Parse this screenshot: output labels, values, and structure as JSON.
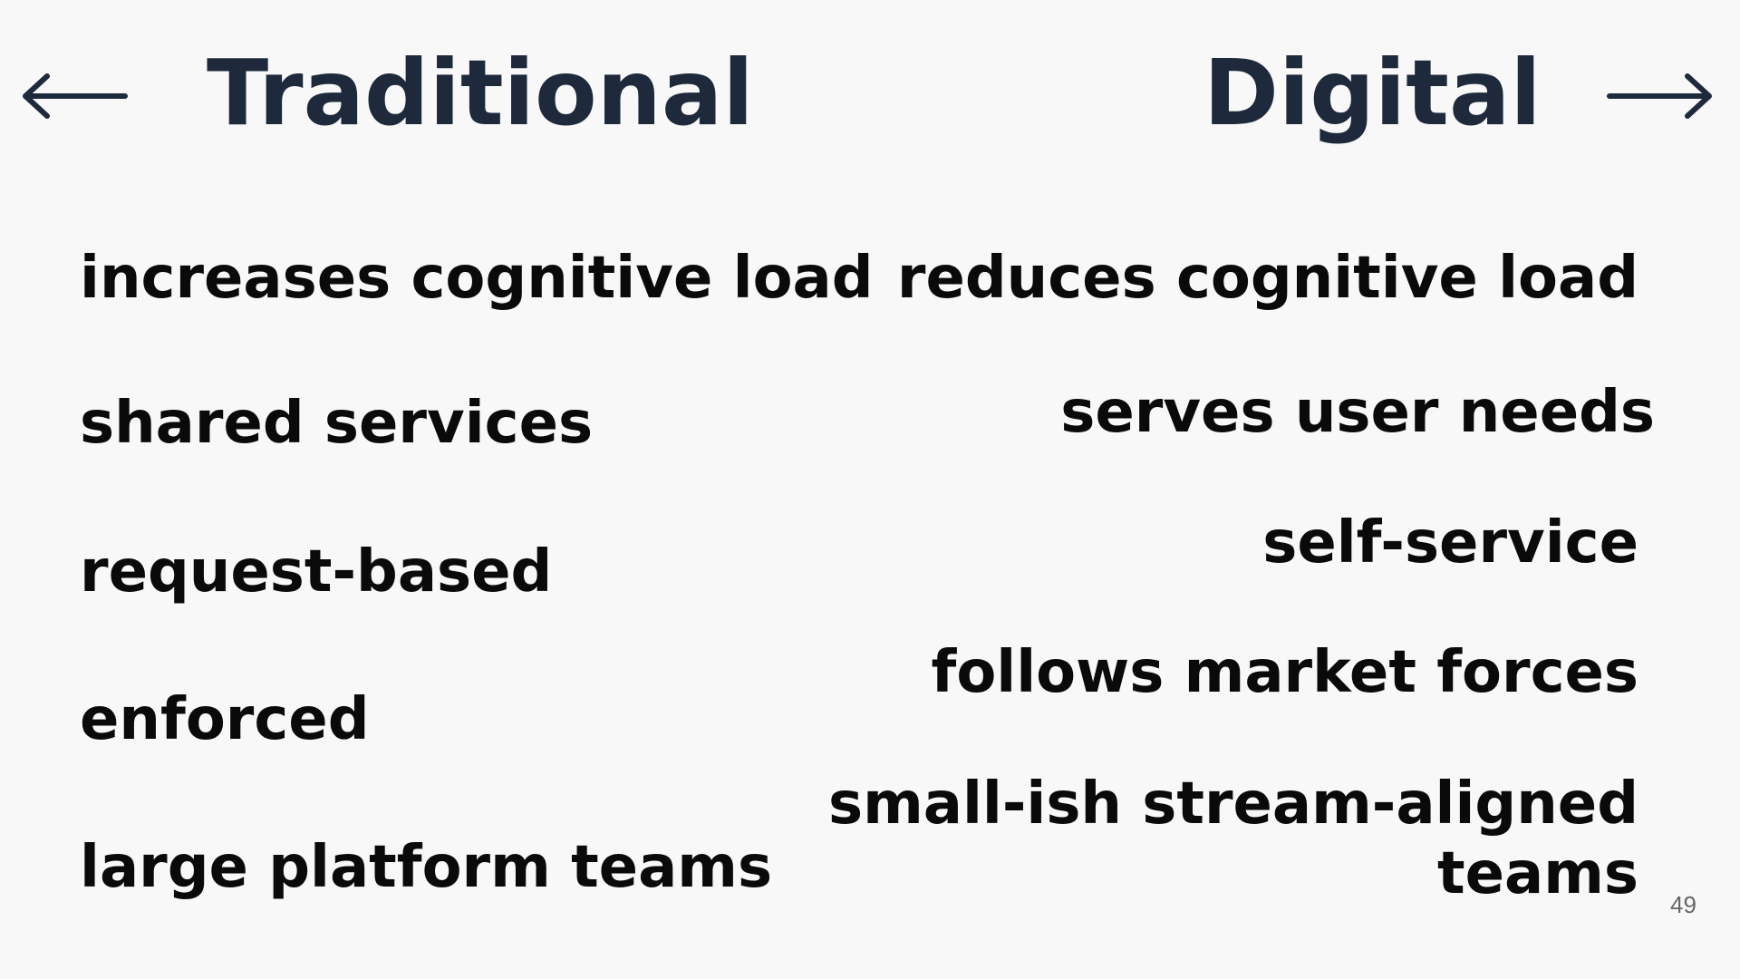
{
  "slide": {
    "left_heading": "Traditional",
    "right_heading": "Digital",
    "left_items": [
      "increases cognitive load",
      "shared services",
      "request-based",
      "enforced",
      "large platform teams"
    ],
    "right_items": [
      "reduces cognitive load",
      "serves user needs",
      "self-service",
      "follows market forces",
      "small-ish stream-aligned",
      "teams"
    ],
    "page_number": "49"
  },
  "icons": {
    "left": "arrow-left-icon",
    "right": "arrow-right-icon"
  },
  "colors": {
    "heading": "#1e293b",
    "body_text": "#0a0a0a",
    "background": "#f8f8f8",
    "page_number": "#666666"
  }
}
